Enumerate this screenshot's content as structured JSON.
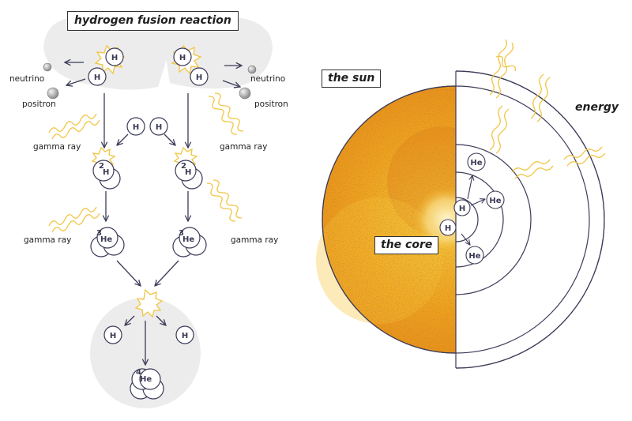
{
  "diagram": {
    "title": "hydrogen fusion reaction",
    "labels": {
      "neutrino": "neutrino",
      "positron": "positron",
      "gamma_ray": "gamma ray",
      "the_sun": "the sun",
      "the_core": "the core",
      "energy": "energy"
    },
    "particles": {
      "hydrogen": "H",
      "deuterium": "H",
      "deuterium_mass": "2",
      "helium3": "He",
      "helium3_mass": "3",
      "helium4": "He",
      "helium4_mass": "4",
      "helium": "He"
    },
    "colors": {
      "sun_fill": "#f2a817",
      "sun_dark": "#d26a12",
      "line": "#3b3b58",
      "flash": "#f1c542",
      "gray_blob": "#ececec"
    }
  }
}
